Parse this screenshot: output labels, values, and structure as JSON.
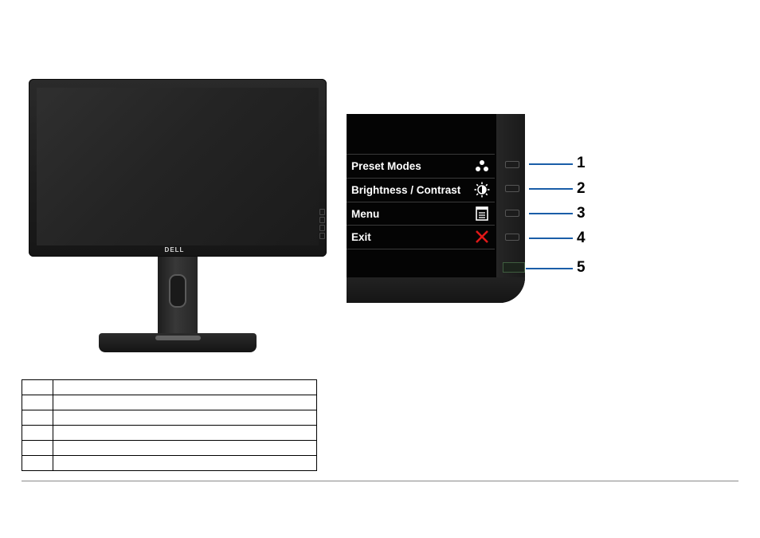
{
  "brand": {
    "logo_text": "DELL"
  },
  "osd_menu": {
    "items": [
      {
        "label": "Preset Modes",
        "icon": "preset-modes-icon"
      },
      {
        "label": "Brightness / Contrast",
        "icon": "brightness-contrast-icon"
      },
      {
        "label": "Menu",
        "icon": "menu-icon"
      },
      {
        "label": "Exit",
        "icon": "exit-icon"
      }
    ]
  },
  "callouts": [
    "1",
    "2",
    "3",
    "4",
    "5"
  ],
  "table": {
    "rows": [
      {
        "num": "",
        "desc": ""
      },
      {
        "num": "",
        "desc": ""
      },
      {
        "num": "",
        "desc": ""
      },
      {
        "num": "",
        "desc": ""
      },
      {
        "num": "",
        "desc": ""
      },
      {
        "num": "",
        "desc": ""
      }
    ]
  },
  "colors": {
    "leader": "#1a5ea8",
    "exit_x": "#e01818",
    "power_led": "#3f5d3f"
  }
}
